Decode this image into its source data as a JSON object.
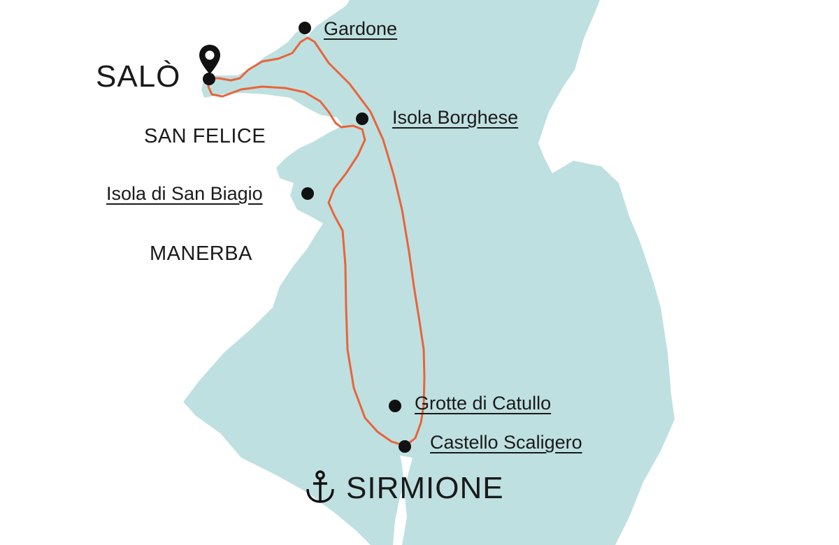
{
  "colors": {
    "water": "#bfe0e0",
    "route": "#e8643a",
    "land": "#ffffff",
    "text": "#1a1a1a",
    "marker": "#111111"
  },
  "start_port": {
    "name": "SALÒ",
    "icon": "map-pin-icon"
  },
  "end_port": {
    "name": "SIRMIONE",
    "icon": "anchor-icon"
  },
  "towns": [
    {
      "id": "san-felice",
      "name": "SAN FELICE"
    },
    {
      "id": "manerba",
      "name": "MANERBA"
    }
  ],
  "stops": [
    {
      "id": "gardone",
      "name": "Gardone"
    },
    {
      "id": "isola-borghese",
      "name": "Isola Borghese"
    },
    {
      "id": "isola-san-biagio",
      "name": "Isola di San Biagio"
    },
    {
      "id": "grotte-catullo",
      "name": "Grotte di Catullo"
    },
    {
      "id": "castello-scaligero",
      "name": "Castello Scaligero"
    }
  ]
}
